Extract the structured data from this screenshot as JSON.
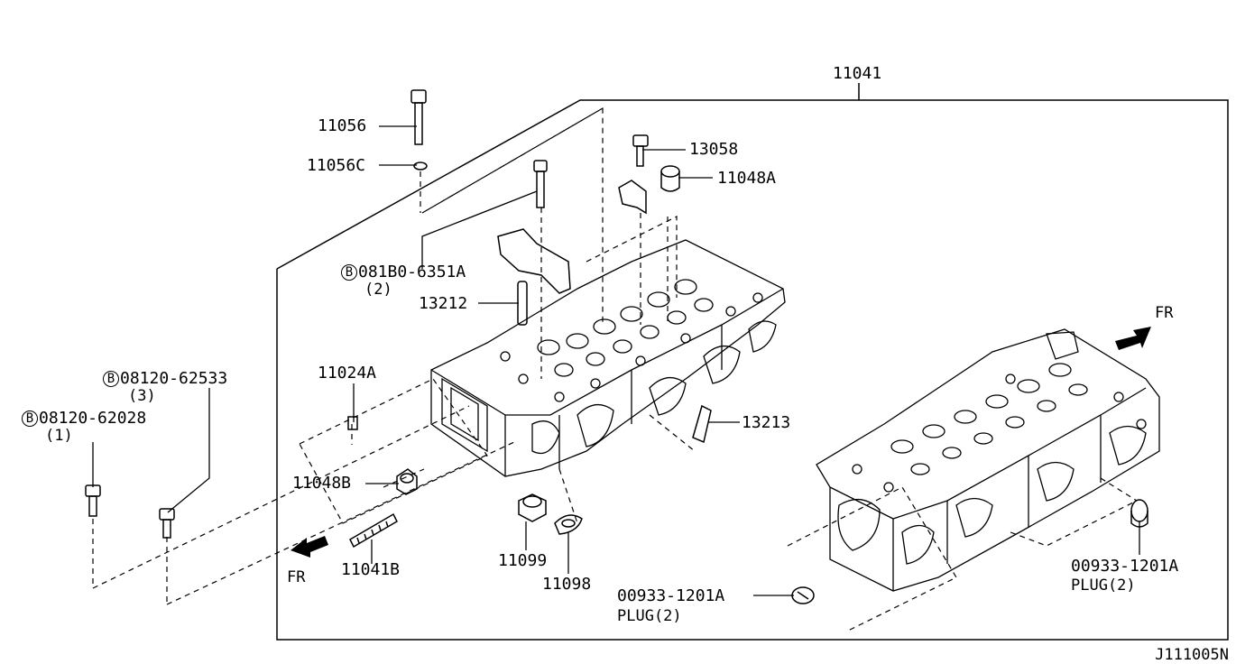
{
  "diagram": {
    "labels": {
      "assembly": "11041",
      "bolt_top": "11056",
      "washer_top": "11056C",
      "bolt_b_circle": "B",
      "bolt_b_part": "081B0-6351A",
      "bolt_b_qty": "(2)",
      "stud": "13212",
      "bolt_13058": "13058",
      "cap_11048a": "11048A",
      "dowel_11024a": "11024A",
      "bolt1_circle": "B",
      "bolt1_part": "08120-62533",
      "bolt1_qty": "(3)",
      "bolt2_circle": "B",
      "bolt2_part": "08120-62028",
      "bolt2_qty": "(1)",
      "cap_11048b": "11048B",
      "stud_11041b": "11041B",
      "guide_13213": "13213",
      "seal_11099": "11099",
      "gasket_11098": "11098",
      "plug_left_part": "00933-1201A",
      "plug_left_name": "PLUG(2)",
      "plug_right_part": "00933-1201A",
      "plug_right_name": "PLUG(2)",
      "fr_left": "FR",
      "fr_right": "FR",
      "diagram_code": "J111005N"
    }
  }
}
